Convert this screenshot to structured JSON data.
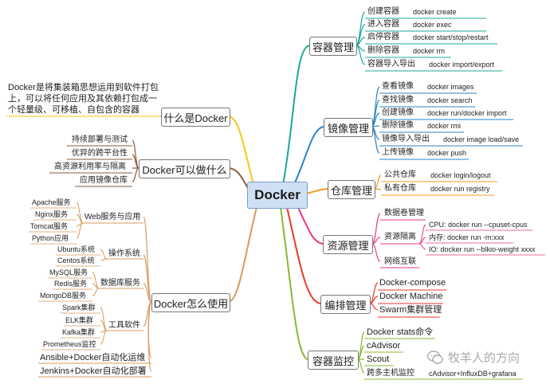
{
  "center": "Docker",
  "right": {
    "container_mgmt": {
      "title": "容器管理",
      "items": [
        {
          "label": "创建容器",
          "cmd": "docker create"
        },
        {
          "label": "进入容器",
          "cmd": "docker exec"
        },
        {
          "label": "启停容器",
          "cmd": "docker start/stop/restart"
        },
        {
          "label": "删除容器",
          "cmd": "docker rm"
        },
        {
          "label": "容器导入导出",
          "cmd": "docker import/export"
        }
      ]
    },
    "image_mgmt": {
      "title": "镜像管理",
      "items": [
        {
          "label": "查看镜像",
          "cmd": "docker images"
        },
        {
          "label": "查找镜像",
          "cmd": "docker search"
        },
        {
          "label": "创建镜像",
          "cmd": "docker run/docker import"
        },
        {
          "label": "删除镜像",
          "cmd": "docker rmi"
        },
        {
          "label": "镜像导入导出",
          "cmd": "docker image load/save"
        },
        {
          "label": "上传镜像",
          "cmd": "docker push"
        }
      ]
    },
    "registry_mgmt": {
      "title": "仓库管理",
      "items": [
        {
          "label": "公共仓库",
          "cmd": "docker login/logout"
        },
        {
          "label": "私有仓库",
          "cmd": "docker run registry"
        }
      ]
    },
    "resource_mgmt": {
      "title": "资源管理",
      "volume": "数据卷管理",
      "isolation": "资源隔离",
      "isolation_items": [
        "CPU: docker run --cpuset-cpus",
        "内存: docker run -m:xxx",
        "IO: docker run --blkio-weight xxxx"
      ],
      "network": "网络互联"
    },
    "orchestration": {
      "title": "编排管理",
      "items": [
        "Docker-compose",
        "Docker Machine",
        "Swarm集群管理"
      ]
    },
    "monitoring": {
      "title": "容器监控",
      "items": [
        "Docker stats命令",
        "cAdvisor",
        "Scout"
      ],
      "cross_host": {
        "label": "跨多主机监控",
        "cmd": "cAdvisor+InfluxDB+grafana"
      }
    }
  },
  "left": {
    "what": {
      "title": "什么是Docker",
      "description": "Docker是将集装箱思想运用到软件打包上，可以将任何应用及其依赖打包成一个轻量级、可移植、自包含的容器"
    },
    "can_do": {
      "title": "Docker可以做什么",
      "items": [
        "持续部署与测试",
        "优异的跨平台性",
        "高资源利用率与隔离",
        "应用镜像仓库"
      ]
    },
    "how_to_use": {
      "title": "Docker怎么使用",
      "web": {
        "label": "Web服务与应用",
        "items": [
          "Apache服务",
          "Nginx服务",
          "Tomcat服务",
          "Python应用"
        ]
      },
      "os": {
        "label": "操作系统",
        "items": [
          "Ubuntu系统",
          "Centos系统"
        ]
      },
      "db": {
        "label": "数据库服务",
        "items": [
          "MySQL服务",
          "Redis服务",
          "MongoDB服务"
        ]
      },
      "tools": {
        "label": "工具软件",
        "items": [
          "Spark集群",
          "ELK集群",
          "Kafka集群",
          "Prometheus监控"
        ]
      },
      "ansible": "Ansible+Docker自动化运维",
      "jenkins": "Jenkins+Docker自动化部署"
    }
  },
  "watermark": "牧羊人的方向",
  "colors": {
    "container_mgmt": "#1aa898",
    "image_mgmt": "#2b86c8",
    "registry_mgmt": "#f39a1e",
    "resource_mgmt": "#e8398a",
    "orchestration": "#e83a2c",
    "monitoring": "#8ab832",
    "what": "#f5c518",
    "can_do": "#8a5a3c",
    "how_to_use": "#d99a5e",
    "center_fill": "#cfe0f5"
  }
}
